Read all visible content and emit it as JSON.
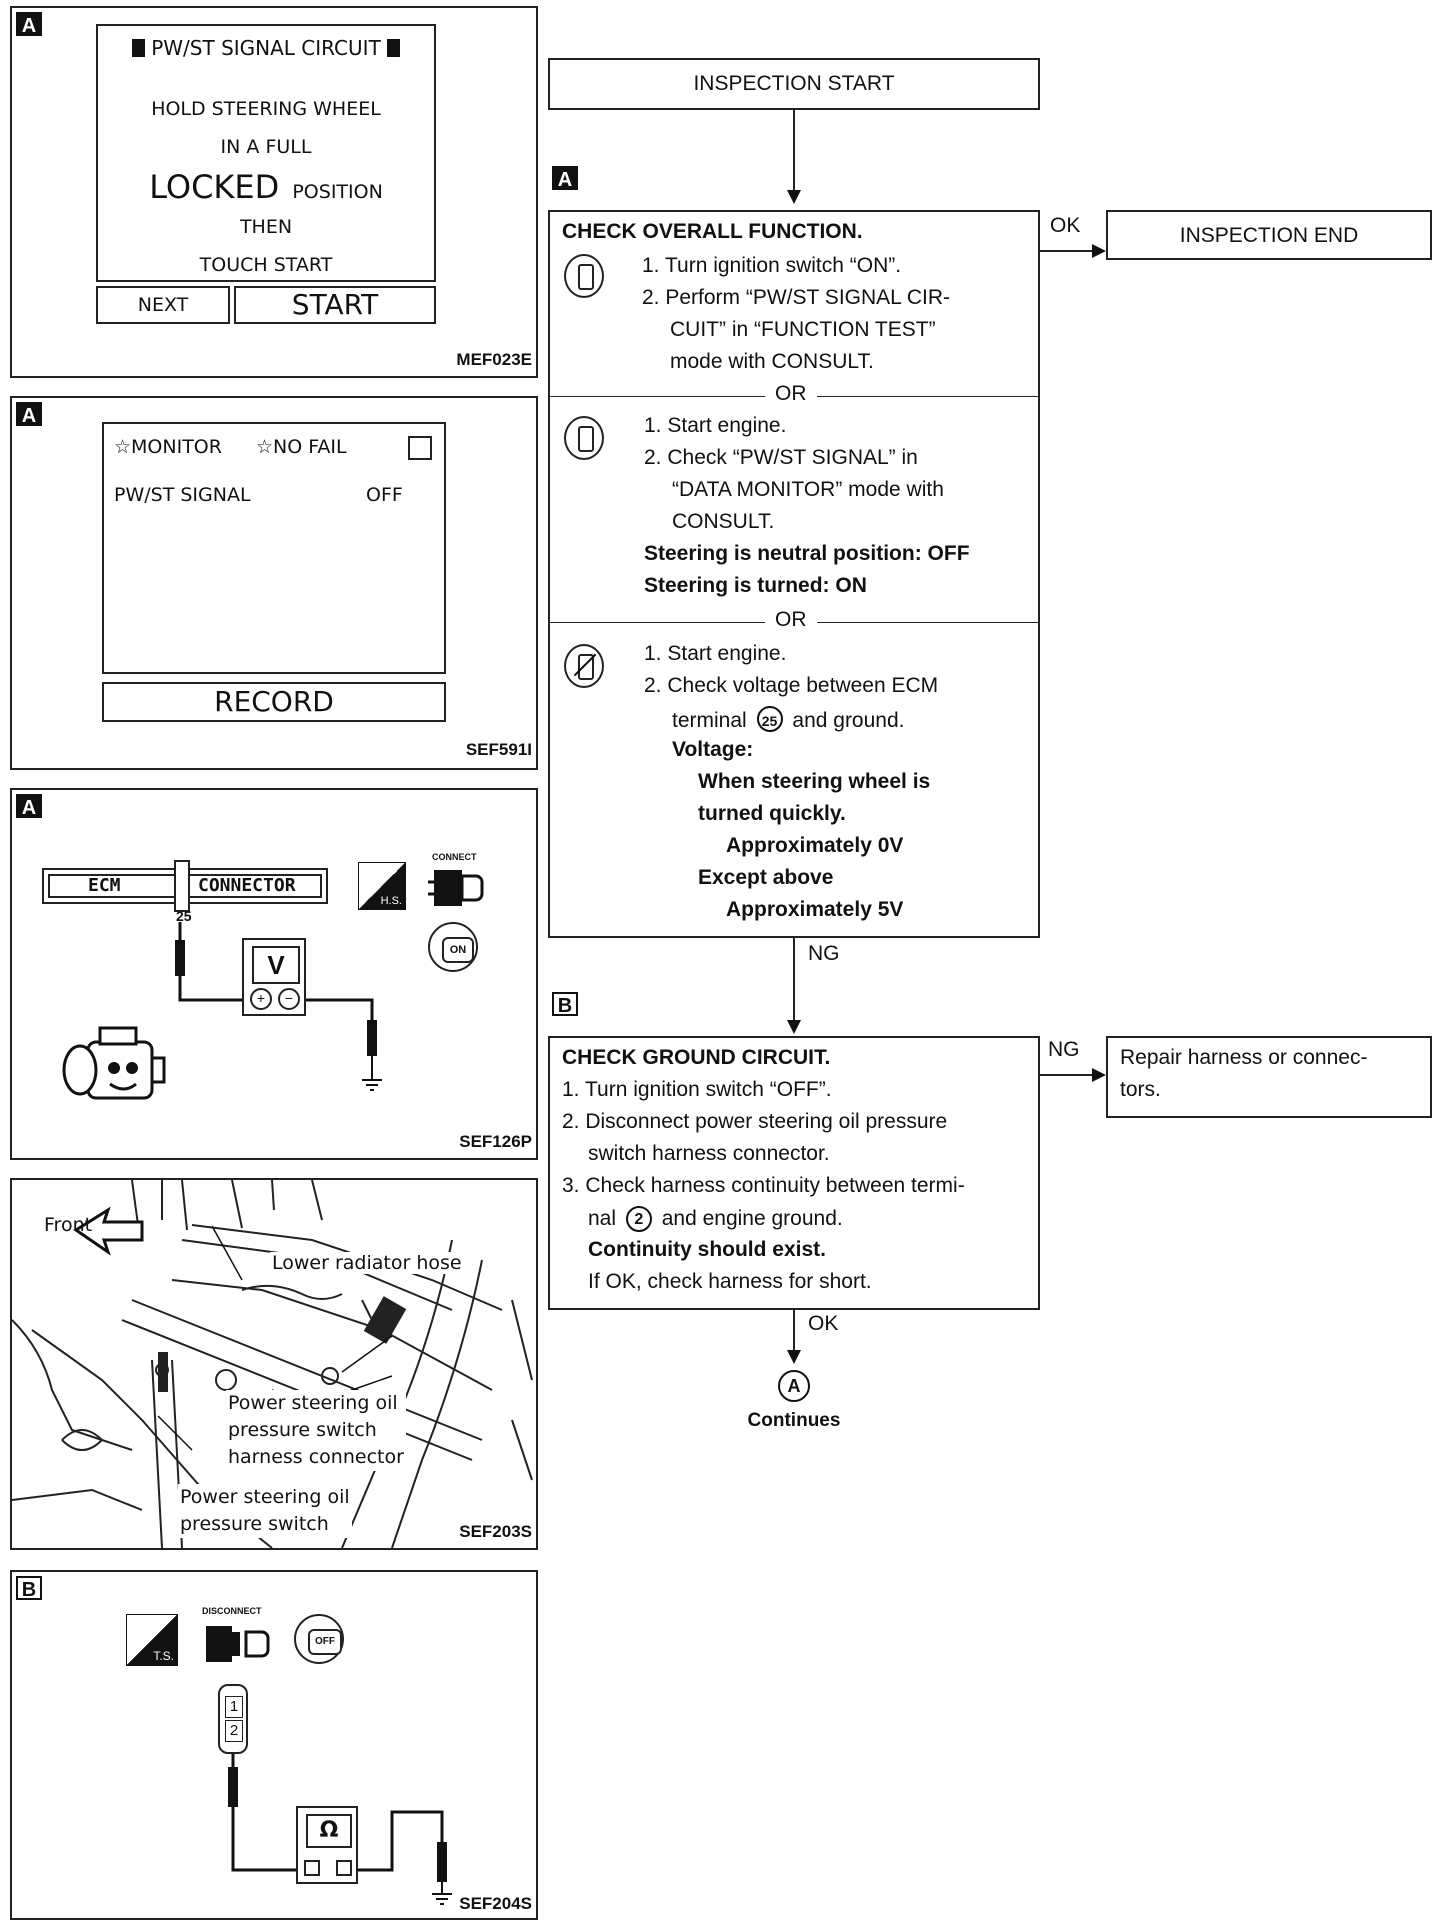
{
  "left": {
    "panel1": {
      "tag": "A",
      "screen_title": "PW/ST SIGNAL CIRCUIT",
      "line1": "HOLD STEERING WHEEL",
      "line2": "IN A FULL",
      "line3_big": "LOCKED",
      "line3_small": "POSITION",
      "line4": "THEN",
      "line5": "TOUCH START",
      "btn_next": "NEXT",
      "btn_start": "START",
      "code": "MEF023E"
    },
    "panel2": {
      "tag": "A",
      "monitor": "☆MONITOR",
      "nofail": "☆NO FAIL",
      "signal_label": "PW/ST SIGNAL",
      "signal_value": "OFF",
      "record": "RECORD",
      "code": "SEF591I"
    },
    "panel3": {
      "tag": "A",
      "ecm": "ECM",
      "connector": "CONNECTOR",
      "pin": "25",
      "meter": "V",
      "connect_label": "CONNECT",
      "hs_label": "H.S.",
      "key_label": "ON",
      "code": "SEF126P"
    },
    "panel4": {
      "front": "Front",
      "hose": "Lower radiator hose",
      "connector_lbl1": "Power steering oil",
      "connector_lbl2": "pressure switch",
      "connector_lbl3": "harness connector",
      "switch_lbl1": "Power steering oil",
      "switch_lbl2": "pressure switch",
      "code": "SEF203S"
    },
    "panel5": {
      "tag": "B",
      "disconnect_label": "DISCONNECT",
      "ts_label": "T.S.",
      "key_label": "OFF",
      "pin1": "1",
      "pin2": "2",
      "meter": "Ω",
      "code": "SEF204S"
    }
  },
  "flow": {
    "start": "INSPECTION START",
    "tag_a": "A",
    "tag_b": "B",
    "ok": "OK",
    "ng": "NG",
    "end": "INSPECTION END",
    "check1": {
      "title": "CHECK OVERALL FUNCTION.",
      "s1_l1": "1. Turn ignition switch “ON”.",
      "s1_l2": "2. Perform “PW/ST SIGNAL CIR-",
      "s1_l3": "CUIT” in “FUNCTION TEST”",
      "s1_l4": "mode with CONSULT.",
      "or": "OR",
      "s2_l1": "1. Start engine.",
      "s2_l2": "2. Check “PW/ST SIGNAL” in",
      "s2_l3": "“DATA MONITOR” mode with",
      "s2_l4": "CONSULT.",
      "s2_l5": "Steering is neutral position: OFF",
      "s2_l6": "Steering is turned: ON",
      "s3_l1": "1. Start engine.",
      "s3_l2": "2. Check voltage between ECM",
      "s3_l3a": "terminal",
      "s3_l3n": "25",
      "s3_l3b": "and ground.",
      "s3_l4": "Voltage:",
      "s3_l5": "When steering wheel is",
      "s3_l6": "turned quickly.",
      "s3_l7": "Approximately 0V",
      "s3_l8": "Except above",
      "s3_l9": "Approximately 5V"
    },
    "check2": {
      "title": "CHECK GROUND CIRCUIT.",
      "l1": "1. Turn ignition switch “OFF”.",
      "l2": "2. Disconnect power steering oil pressure",
      "l3": "switch harness connector.",
      "l4": "3. Check harness continuity between termi-",
      "l5a": "nal",
      "l5n": "2",
      "l5b": "and engine ground.",
      "l6": "Continuity should exist.",
      "l7": "If OK, check harness for short."
    },
    "repair_l1": "Repair harness or connec-",
    "repair_l2": "tors.",
    "connector_mark": "A",
    "continues": "Continues"
  }
}
